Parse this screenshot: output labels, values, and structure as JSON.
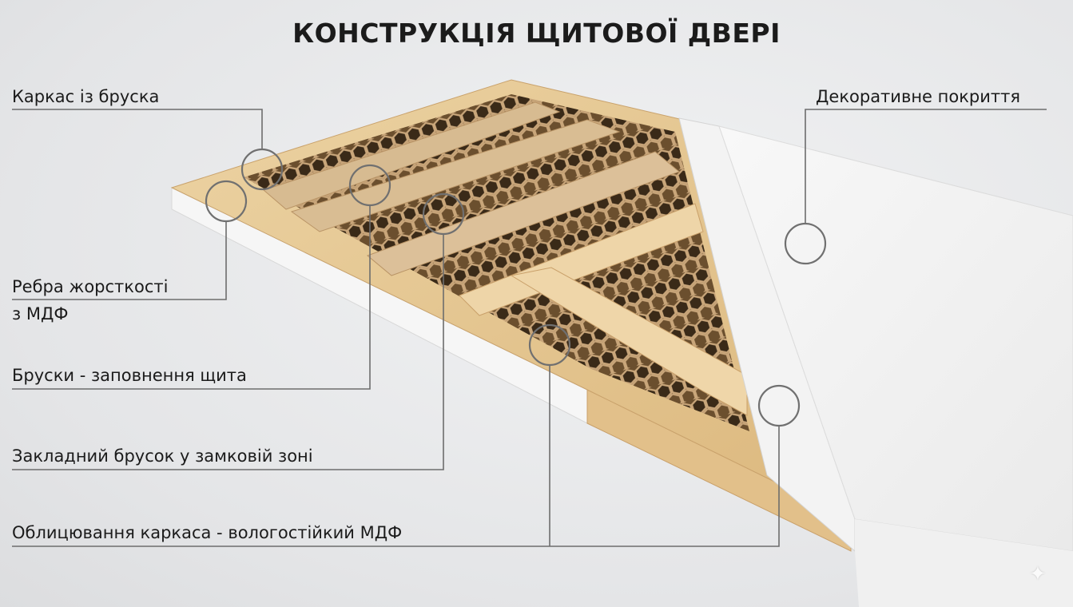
{
  "title": "КОНСТРУКЦІЯ ЩИТОВОЇ ДВЕРІ",
  "labels": {
    "frame": "Каркас із бруска",
    "ribs_line1": "Ребра жорсткості",
    "ribs_line2": "з МДФ",
    "bars": "Бруски - заповнення щита",
    "lock_bar": "Закладний брусок у замковій зоні",
    "cladding": "Облицювання каркаса - вологостійкий МДФ",
    "coating": "Декоративне покриття"
  },
  "icons": {
    "watermark": "sparkle-icon"
  }
}
